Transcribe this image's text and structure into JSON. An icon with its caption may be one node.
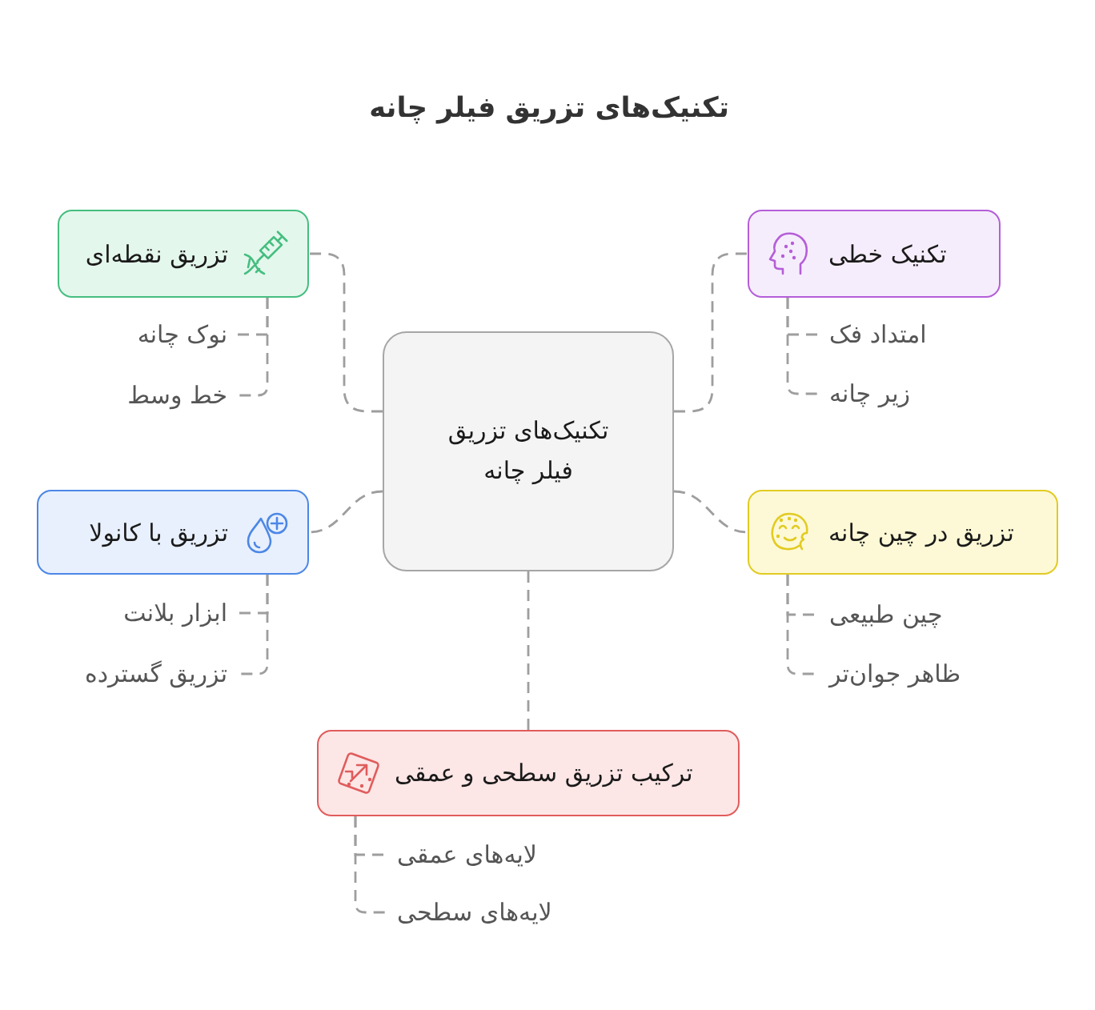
{
  "diagram": {
    "title": "تکنیک‌های تزریق فیلر چانه",
    "nodes": [
      {
        "text": [
          "تکنیک‌های تزریق فیلر چانه"
        ]
      },
      {
        "text": [
          "تکنیک خطی"
        ]
      },
      {
        "text": [
          "امتداد فک"
        ]
      },
      {
        "text": [
          "زیر چانه"
        ]
      },
      {
        "text": [
          "تزریق نقطه‌ای"
        ]
      },
      {
        "text": [
          "نوک چانه"
        ]
      },
      {
        "text": [
          "خط وسط"
        ]
      },
      {
        "text": [
          "تزریق در چین چانه"
        ]
      },
      {
        "text": [
          "چین طبیعی"
        ]
      },
      {
        "text": [
          "ظاهر جوان‌تر"
        ]
      },
      {
        "text": [
          "تزریق با کانولا"
        ]
      },
      {
        "text": [
          "ابزار بلانت"
        ]
      },
      {
        "text": [
          "تزریق گسترده"
        ]
      },
      {
        "text": [
          "ترکیب تزریق سطحی و عمقی"
        ]
      },
      {
        "text": [
          "لایه‌های عمقی"
        ]
      },
      {
        "text": [
          "لایه‌های سطحی"
        ]
      }
    ],
    "edges": [
      {
        "from": 0,
        "to": 1,
        "arrow": "none",
        "style": "dashed"
      },
      {
        "from": 1,
        "to": 2,
        "arrow": "none",
        "style": "dashed"
      },
      {
        "from": 1,
        "to": 3,
        "arrow": "none",
        "style": "dashed"
      },
      {
        "from": 0,
        "to": 4,
        "arrow": "none",
        "style": "dashed"
      },
      {
        "from": 4,
        "to": 5,
        "arrow": "none",
        "style": "dashed"
      },
      {
        "from": 4,
        "to": 6,
        "arrow": "none",
        "style": "dashed"
      },
      {
        "from": 0,
        "to": 7,
        "arrow": "none",
        "style": "dashed"
      },
      {
        "from": 7,
        "to": 8,
        "arrow": "none",
        "style": "dashed"
      },
      {
        "from": 7,
        "to": 9,
        "arrow": "none",
        "style": "dashed"
      },
      {
        "from": 0,
        "to": 10,
        "arrow": "none",
        "style": "dashed"
      },
      {
        "from": 10,
        "to": 11,
        "arrow": "none",
        "style": "dashed"
      },
      {
        "from": 10,
        "to": 12,
        "arrow": "none",
        "style": "dashed"
      },
      {
        "from": 0,
        "to": 13,
        "arrow": "none",
        "style": "dashed"
      },
      {
        "from": 13,
        "to": 14,
        "arrow": "none",
        "style": "dashed"
      },
      {
        "from": 13,
        "to": 15,
        "arrow": "none",
        "style": "dashed"
      }
    ]
  }
}
